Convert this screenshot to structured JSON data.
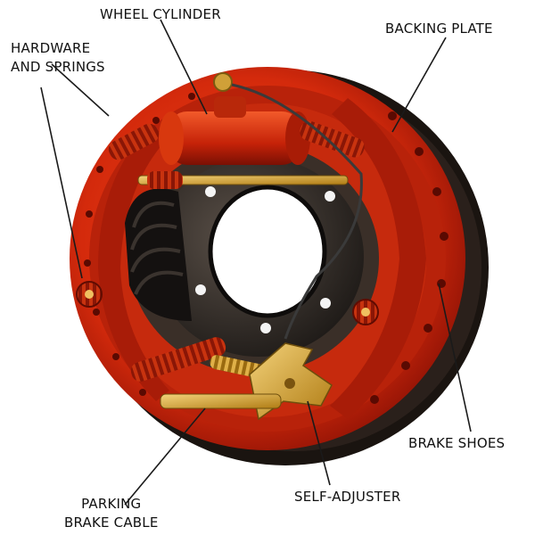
{
  "labels": {
    "wheel_cylinder": "WHEEL CYLINDER",
    "backing_plate": "BACKING PLATE",
    "hardware_and_springs": [
      "HARDWARE",
      "AND SPRINGS"
    ],
    "brake_shoes": "BRAKE SHOES",
    "self_adjuster": "SELF-ADJUSTER",
    "parking_brake_cable": [
      "PARKING",
      "BRAKE CABLE"
    ]
  },
  "colors": {
    "shoe_red": "#d42a0c",
    "shoe_dark": "#8e1205",
    "backing_black": "#1a1410",
    "hub_dark": "#2b2622",
    "metal_gold": "#d9a42a",
    "leader_line": "#1a1a1a"
  }
}
